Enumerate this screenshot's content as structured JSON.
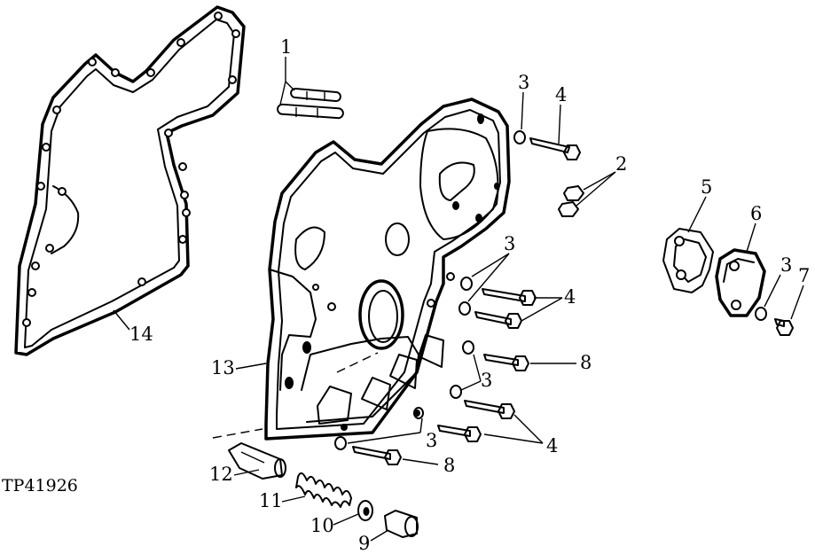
{
  "figure_id": "TP41926",
  "callouts": {
    "c1": "1",
    "c2": "2",
    "c3a": "3",
    "c3b": "3",
    "c3c": "3",
    "c3d": "3",
    "c3e": "3",
    "c4a": "4",
    "c4b": "4",
    "c4c": "4",
    "c5": "5",
    "c6": "6",
    "c7": "7",
    "c8a": "8",
    "c8b": "8",
    "c9": "9",
    "c10": "10",
    "c11": "11",
    "c12": "12",
    "c13": "13",
    "c14": "14"
  },
  "colors": {
    "ink": "#000000",
    "paper": "#ffffff"
  }
}
